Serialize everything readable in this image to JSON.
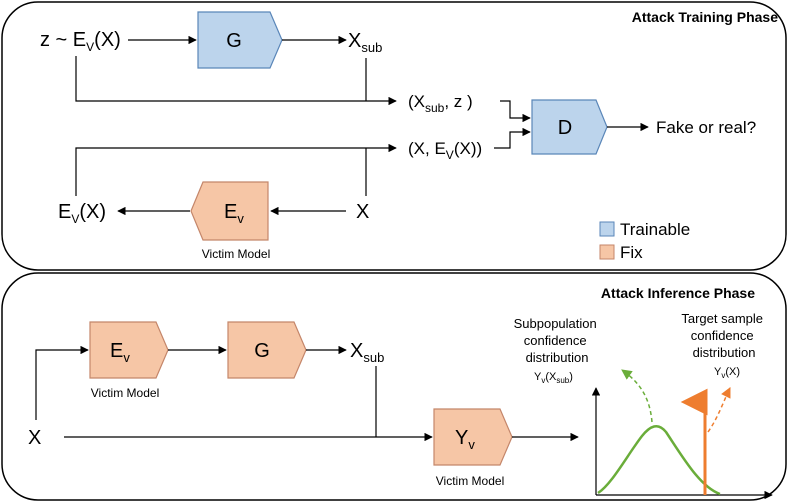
{
  "colors": {
    "trainable": "#bcd4ec",
    "trainable_stroke": "#5a86b8",
    "fix": "#f6c6a6",
    "fix_stroke": "#c4866a",
    "green_curve": "#6aad3a",
    "orange_bar": "#ee7d2f"
  },
  "training": {
    "title": "Attack Training Phase",
    "z_label": "z ~ E",
    "z_sub": "V",
    "z_suffix": "(X)",
    "generator": "G",
    "xsub_main": "X",
    "xsub_sub": "sub",
    "pair1_open": "(X",
    "pair1_sub": "sub",
    "pair1_close": ", z )",
    "pair2_open": "(X, E",
    "pair2_sub": "V",
    "pair2_close": "(X))",
    "discriminator": "D",
    "output": "Fake or real?",
    "ev_out_main": "E",
    "ev_out_sub": "V",
    "ev_out_suffix": "(X)",
    "encoder_main": "E",
    "encoder_sub": "v",
    "x_input": "X",
    "victim_label": "Victim Model"
  },
  "legend": {
    "trainable": "Trainable",
    "fix": "Fix"
  },
  "inference": {
    "title": "Attack Inference Phase",
    "encoder_main": "E",
    "encoder_sub": "v",
    "victim_label_1": "Victim Model",
    "generator": "G",
    "xsub_main": "X",
    "xsub_sub": "sub",
    "x_input": "X",
    "yv_main": "Y",
    "yv_sub": "v",
    "victim_label_2": "Victim Model",
    "subpop_line1": "Subpopulation",
    "subpop_line2": "confidence",
    "subpop_line3": "distribution",
    "subpop_formula_main": "Y",
    "subpop_formula_sub1": "v",
    "subpop_formula_mid": "(X",
    "subpop_formula_sub2": "sub",
    "subpop_formula_end": ")",
    "target_line1": "Target sample",
    "target_line2": "confidence",
    "target_line3": "distribution",
    "target_formula_main": "Y",
    "target_formula_sub": "v",
    "target_formula_end": "(X)"
  }
}
